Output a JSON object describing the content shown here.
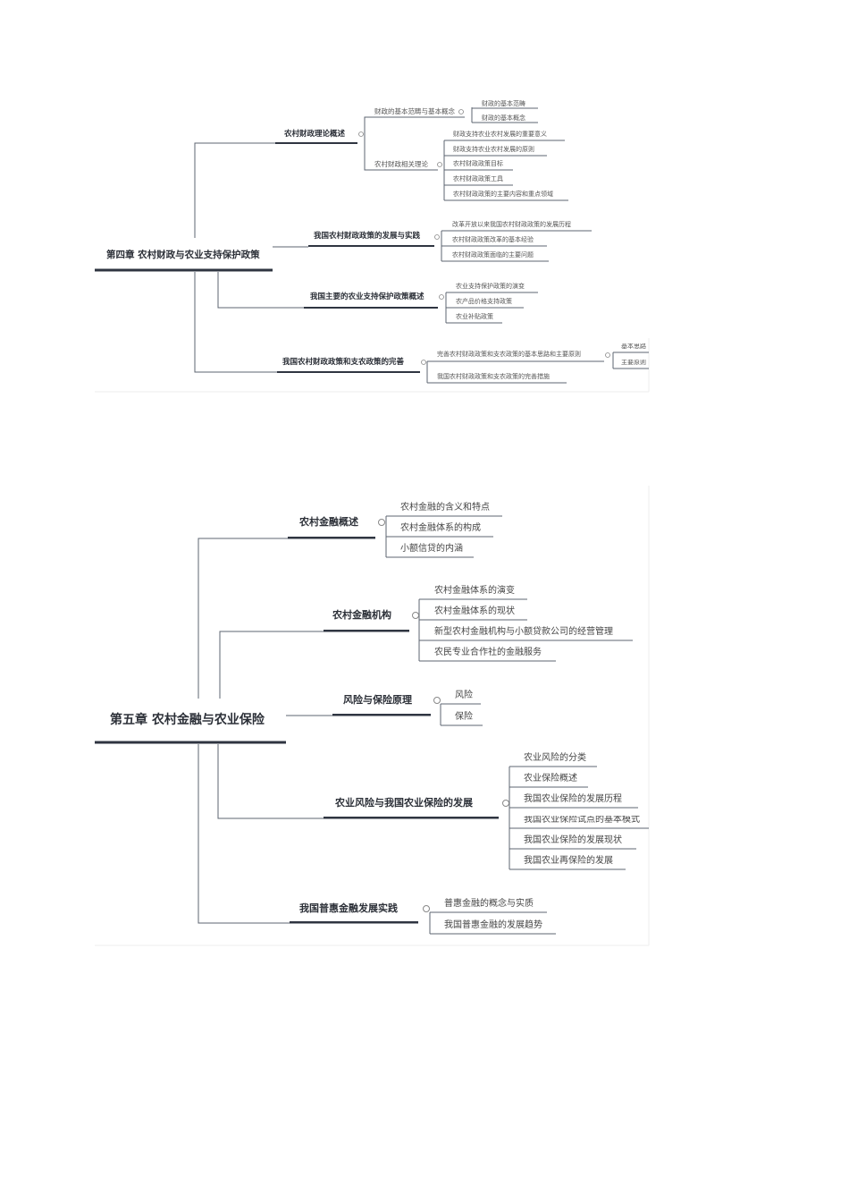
{
  "chapter4": {
    "root": "第四章 农村财政与农业支持保护政策",
    "branches": [
      {
        "title": "农村财政理论概述",
        "children": [
          {
            "title": "财政的基本范畴与基本概念",
            "children": [
              "财政的基本范畴",
              "财政的基本概念"
            ]
          },
          {
            "title": "农村财政相关理论",
            "children": [
              "财政支持农业农村发展的重要意义",
              "财政支持农业农村发展的原则",
              "农村财政政策目标",
              "农村财政政策工具",
              "农村财政政策的主要内容和重点领域"
            ]
          }
        ]
      },
      {
        "title": "我国农村财政政策的发展与实践",
        "children": [
          "改革开放以来我国农村财政政策的发展历程",
          "农村财政政策改革的基本经验",
          "农村财政政策面临的主要问题"
        ]
      },
      {
        "title": "我国主要的农业支持保护政策概述",
        "children": [
          "农业支持保护政策的演变",
          "农产品价格支持政策",
          "农业补贴政策"
        ]
      },
      {
        "title": "我国农村财政政策和支农政策的完善",
        "children": [
          {
            "title": "完善农村财政政策和支农政策的基本思路和主要原则",
            "children": [
              "基本思路",
              "主要原则"
            ]
          },
          "我国农村财政政策和支农政策的完善措施"
        ]
      }
    ]
  },
  "chapter5": {
    "root": "第五章 农村金融与农业保险",
    "branches": [
      {
        "title": "农村金融概述",
        "children": [
          "农村金融的含义和特点",
          "农村金融体系的构成",
          "小额信贷的内涵"
        ]
      },
      {
        "title": "农村金融机构",
        "children": [
          "农村金融体系的演变",
          "农村金融体系的现状",
          "新型农村金融机构与小额贷款公司的经营管理",
          "农民专业合作社的金融服务"
        ]
      },
      {
        "title": "风险与保险原理",
        "children": [
          "风险",
          "保险"
        ]
      },
      {
        "title": "农业风险与我国农业保险的发展",
        "children": [
          "农业风险的分类",
          "农业保险概述",
          "我国农业保险的发展历程",
          "我国农业保险试点的基本模式",
          "我国农业保险的发展现状",
          "我国农业再保险的发展"
        ]
      },
      {
        "title": "我国普惠金融发展实践",
        "children": [
          "普惠金融的概念与实质",
          "我国普惠金融的发展趋势"
        ]
      }
    ]
  },
  "colors": {
    "line": "#5c6470",
    "thick": "#2f3541",
    "frame": "#eeeeee"
  }
}
